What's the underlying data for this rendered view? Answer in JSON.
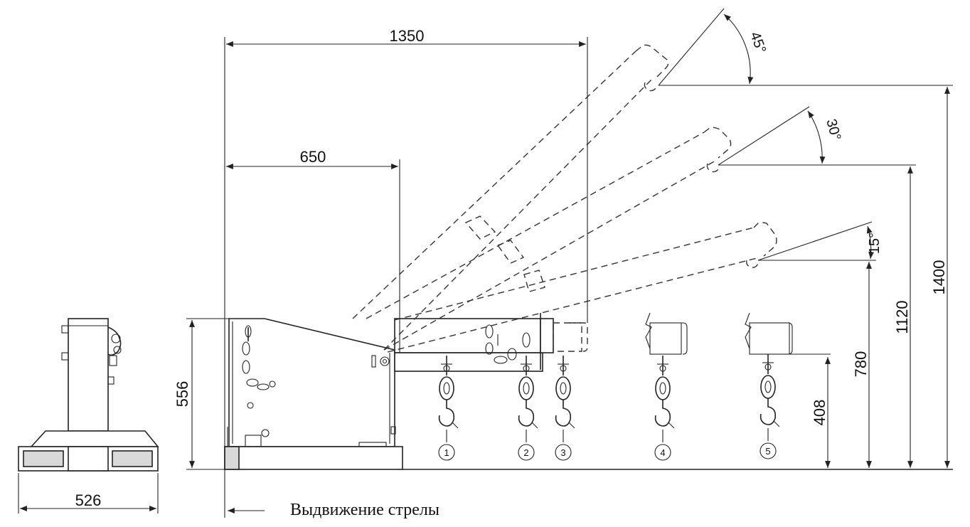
{
  "dimensions": {
    "boom_reach_max": "1350",
    "boom_reach_min": "650",
    "base_height": "556",
    "base_width": "526",
    "height_45": "1400",
    "height_30": "1120",
    "height_15": "780",
    "height_0": "408"
  },
  "angles": {
    "a45": "45°",
    "a30": "30°",
    "a15": "15°"
  },
  "positions": [
    "1",
    "2",
    "3",
    "4",
    "5"
  ],
  "caption": "Выдвижение стрелы"
}
